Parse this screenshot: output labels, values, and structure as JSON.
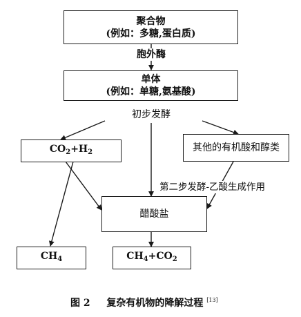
{
  "nodes": {
    "polymer": {
      "title": "聚合物",
      "examples": "(例如：多糖,蛋白质)"
    },
    "monomer": {
      "title": "单体",
      "examples": "(例如：单糖,氨基酸)"
    },
    "co2h2": {
      "a": "CO",
      "sub1": "2",
      "b": "+H",
      "sub2": "2"
    },
    "other_acids": {
      "label": "其他的有机酸和醇类"
    },
    "acetate": {
      "label": "醋酸盐"
    },
    "ch4": {
      "a": "CH",
      "sub1": "4"
    },
    "ch4co2": {
      "a": "CH",
      "sub1": "4",
      "b": "+CO",
      "sub2": "2"
    }
  },
  "edge_labels": {
    "extracellular_enzyme": "胞外酶",
    "primary_fermentation": "初步发酵",
    "secondary_fermentation": "第二步发酵-乙酸生成作用"
  },
  "caption": {
    "figure_no": "图 2",
    "title": "复杂有机物的降解过程",
    "ref": "[13]"
  }
}
